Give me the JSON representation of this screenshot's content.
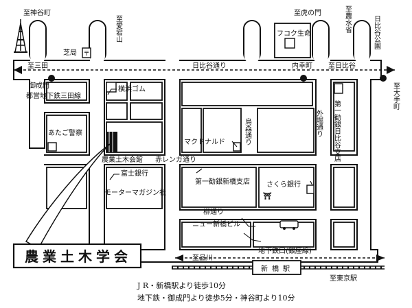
{
  "destinations": {
    "kamiyacho": "至神谷町",
    "atago": "至愛宕山",
    "toranomon": "至虎の門",
    "mita": "至三田",
    "hibiya": "至日比谷",
    "otemachi": "至大手町",
    "shinagawa": "至品川",
    "tokyo_station": "至東京駅",
    "norinsho": "至農水省"
  },
  "roads": {
    "hibiya_dori": "日比谷通り",
    "karasumori_dori": "烏森通り",
    "sotobori_dori": "外堀通り",
    "aka_renga_dori": "赤レンガ通り",
    "yanagi_dori": "柳通り"
  },
  "stations": {
    "onarimon": "御成門",
    "subway_line": "都営地下鉄三田線",
    "uchisaiwaicho": "内幸町",
    "subway_exit": "地下鉄口(銀座線)",
    "shimbashi": "新橋駅"
  },
  "landmarks": {
    "shibakyoku": "芝局",
    "yokohama_gomu": "横浜ゴム",
    "atago_police": "あたご警察",
    "nogyo_doboku_kaikan": "農業土木会館",
    "fuji_bank": "富士銀行",
    "motor_magazine": "モーターマガジン社",
    "mcdonalds": "マクドナルド",
    "daiichi_kangin_shimbashi": "第一勧銀新橋支店",
    "sakura_bank": "さくら銀行",
    "new_shimbashi_bldg": "ニュー新橋ビル",
    "fukoku_seimei": "フコク生命",
    "hibiya_koen": "日比谷公園",
    "daiichi_kangin_hibiya": "第一勧銀日比谷支店"
  },
  "title": "農業土木学会",
  "access": {
    "line1": "J R・新橋駅より徒歩10分",
    "line2": "地下鉄・御成門より徒歩5分・神谷町より10分"
  }
}
